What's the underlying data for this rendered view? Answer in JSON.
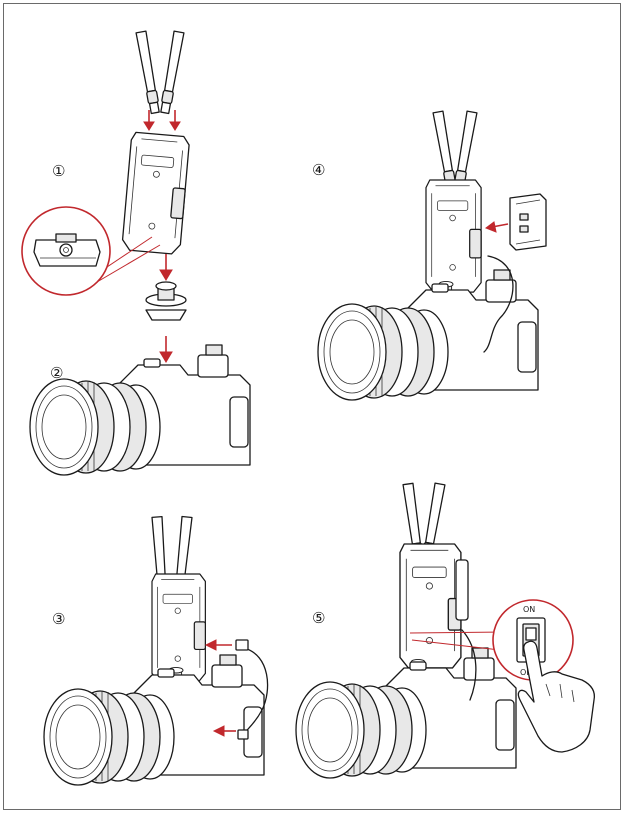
{
  "steps": [
    {
      "number": "①"
    },
    {
      "number": "②"
    },
    {
      "number": "③"
    },
    {
      "number": "④"
    },
    {
      "number": "⑤"
    }
  ],
  "switch": {
    "on_label": "ON",
    "off_label": "OFF"
  },
  "colors": {
    "arrow": "#c1282d",
    "line": "#1a1a1a",
    "frame": "#6a6a6a"
  }
}
